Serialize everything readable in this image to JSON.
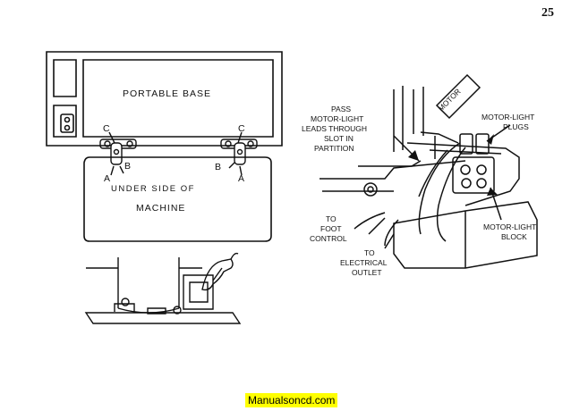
{
  "page_number": "25",
  "left_figure": {
    "base_label": "PORTABLE BASE",
    "underside_label_line1": "UNDER SIDE OF",
    "underside_label_line2": "MACHINE",
    "hinge_left": {
      "top": "C",
      "bottom_left": "A",
      "bottom_right": "B"
    },
    "hinge_right": {
      "top": "C",
      "bottom_left": "B",
      "bottom_right": "A"
    }
  },
  "right_figure": {
    "motor_tag": "MOTOR",
    "pass_note": [
      "PASS",
      "MOTOR-LIGHT",
      "LEADS THROUGH",
      "SLOT IN",
      "PARTITION"
    ],
    "plugs_label": [
      "MOTOR-LIGHT",
      "PLUGS"
    ],
    "block_label": [
      "MOTOR-LIGHT",
      "BLOCK"
    ],
    "foot_control_label": [
      "TO",
      "FOOT",
      "CONTROL"
    ],
    "outlet_label": [
      "TO",
      "ELECTRICAL",
      "OUTLET"
    ]
  },
  "watermark": "Manualsoncd.com"
}
